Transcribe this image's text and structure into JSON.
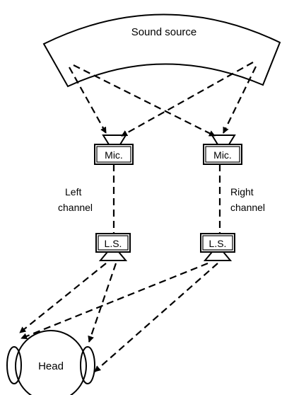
{
  "diagram": {
    "source_label": "Sound source",
    "mic_left_label": "Mic.",
    "mic_right_label": "Mic.",
    "left_channel_line1": "Left",
    "left_channel_line2": "channel",
    "right_channel_line1": "Right",
    "right_channel_line2": "channel",
    "ls_left_label": "L.S.",
    "ls_right_label": "L.S.",
    "head_label": "Head"
  }
}
